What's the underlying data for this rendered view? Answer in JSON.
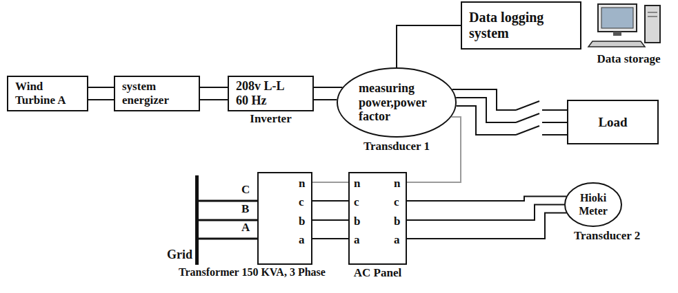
{
  "diagram": {
    "nodes": [
      {
        "text": [
          "Wind Turbine A"
        ]
      },
      {
        "text": [
          "system energizer"
        ]
      },
      {
        "text": [
          "208v L-L 60 Hz",
          "Inverter"
        ]
      },
      {
        "text": [
          "measuring power,power factor",
          "Transducer 1"
        ]
      },
      {
        "text": [
          "Data logging system"
        ]
      },
      {
        "text": [
          "Data storage"
        ]
      },
      {
        "text": [
          "Load"
        ]
      },
      {
        "text": [
          "Hioki Meter",
          "Transducer 2"
        ]
      },
      {
        "text": [
          "n",
          "c",
          "b",
          "a",
          "Transformer 150 KVA, 3 Phase"
        ]
      },
      {
        "text": [
          "n",
          "n",
          "c",
          "c",
          "b",
          "b",
          "a",
          "a",
          "AC Panel"
        ]
      }
    ],
    "edges": [
      {
        "from": 0,
        "to": 1,
        "arrow": "none"
      },
      {
        "from": 1,
        "to": 2,
        "arrow": "none"
      },
      {
        "from": 2,
        "to": 3,
        "arrow": "none"
      },
      {
        "from": 3,
        "to": 4,
        "arrow": "none"
      },
      {
        "from": 8,
        "to": 9,
        "arrow": "none"
      },
      {
        "from": 9,
        "to": 3,
        "arrow": "none"
      },
      {
        "from": 3,
        "to": 6,
        "arrow": "none"
      },
      {
        "from": 9,
        "to": 7,
        "arrow": "none"
      }
    ],
    "labels": [
      "C",
      "B",
      "A",
      "Grid"
    ]
  }
}
